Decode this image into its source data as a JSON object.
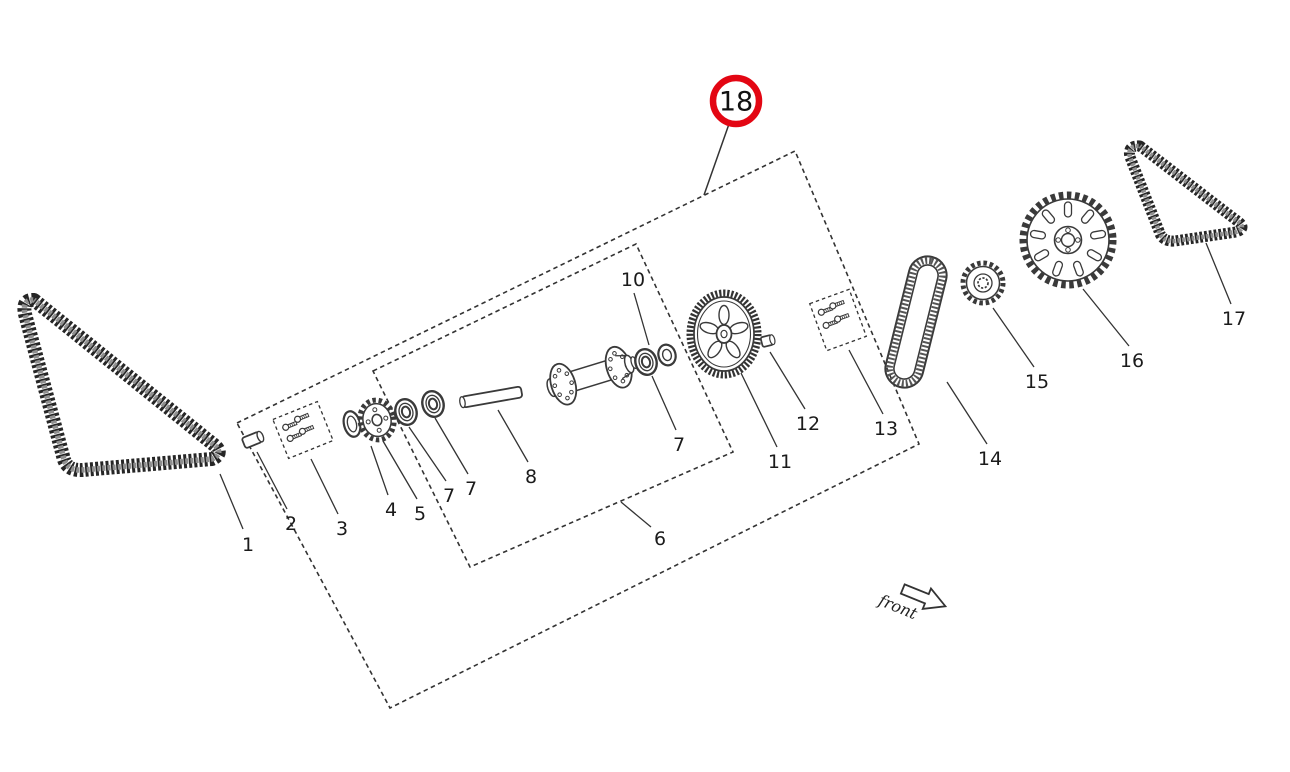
{
  "labels": {
    "part1": "1",
    "part2": "2",
    "part3": "3",
    "part4": "4",
    "part5": "5",
    "part6": "6",
    "part7": "7",
    "part8": "8",
    "part10": "10",
    "part11": "11",
    "part12": "12",
    "part13": "13",
    "part14": "14",
    "part15": "15",
    "part16": "16",
    "part17": "17"
  },
  "callout": {
    "number": "18"
  },
  "front_arrow": {
    "label": "front"
  },
  "colors": {
    "callout_red": "#e30613",
    "line_dark": "#3a3a3a"
  }
}
